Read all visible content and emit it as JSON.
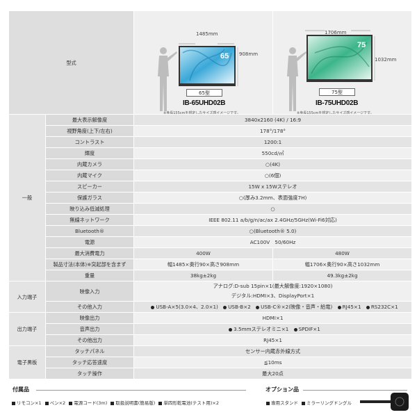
{
  "header": {
    "label": "型式",
    "models": [
      {
        "width": "1485mm",
        "height": "908mm",
        "size": "65型",
        "name": "IB-65UHD02B",
        "screen_num": "65",
        "screen_color": "#3aa8d8",
        "note": "※身長155cmを想定したサイズ感イメージです。"
      },
      {
        "width": "1706mm",
        "height": "1032mm",
        "size": "75型",
        "name": "IB-75UHD02B",
        "screen_num": "75",
        "screen_color": "#3cb58a",
        "note": "※身長155cmを想定したサイズ感イメージです。"
      }
    ]
  },
  "groups": {
    "general": "一般",
    "input": "入力端子",
    "output": "出力端子",
    "board": "電子黒板"
  },
  "rows": [
    {
      "label": "最大表示解像度",
      "value": "3840x2160 (4K) / 16:9"
    },
    {
      "label": "視野角度(上下/左右)",
      "value": "178°/178°"
    },
    {
      "label": "コントラスト",
      "value": "1200:1"
    },
    {
      "label": "輝度",
      "value": "550cd/㎡"
    },
    {
      "label": "内蔵カメラ",
      "value": "○(4K)"
    },
    {
      "label": "内蔵マイク",
      "value": "○(6個)"
    },
    {
      "label": "スピーカー",
      "value": "15W x 15Wステレオ"
    },
    {
      "label": "保護ガラス",
      "value": "○(厚み3.2mm、表面強度7H)"
    },
    {
      "label": "映り込み低減処理",
      "value": "○"
    },
    {
      "label": "無線ネットワーク",
      "value": "IEEE 802.11 a/b/g/n/ac/ax 2.4GHz/5GHz(Wi-Fi6対応)"
    },
    {
      "label": "Bluetooth®",
      "value": "○(Bluetooth® 5.0)"
    },
    {
      "label": "電源",
      "value": "AC100V　50/60Hz"
    },
    {
      "label": "最大消費電力",
      "v65": "400W",
      "v75": "480W"
    },
    {
      "label": "製品寸法(本体)※突起部を含まず",
      "v65": "幅1485×奥行90×高さ908mm",
      "v75": "幅1706×奥行90×高さ1032mm"
    },
    {
      "label": "重量",
      "v65": "38kg±2kg",
      "v75": "49.3kg±2kg"
    },
    {
      "label": "映像入力",
      "value": "アナログ:D-sub 15pin×1(最大解像度:1920×1080)",
      "value2": "デジタル:HDMI×3、DisplayPort×1"
    },
    {
      "label": "その他入力",
      "items": [
        "USB-A×5(3.0×4、2.0×1)",
        "USB-B×2",
        "USB-C®×2(映像・音声・給電)",
        "RJ45×1",
        "RS232C×1"
      ]
    },
    {
      "label": "映像出力",
      "value": "HDMI×1"
    },
    {
      "label": "音声出力",
      "items": [
        "3.5mmステレオミニ×1",
        "SPDIF×1"
      ]
    },
    {
      "label": "その他出力",
      "value": "RJ45×1"
    },
    {
      "label": "タッチパネル",
      "value": "センサー内蔵赤外線方式"
    },
    {
      "label": "タッチ応答速度",
      "value": "≦10ms"
    },
    {
      "label": "タッチ操作",
      "value": "最大20点"
    }
  ],
  "accessories": {
    "title": "付属品",
    "items": [
      "リモコン×1",
      "ペン×2",
      "電源コード(3m)",
      "取扱説明書(簡易版)",
      "単四形乾電池(テスト用)×2"
    ]
  },
  "options": {
    "title": "オプション品",
    "items": [
      "専用スタンド",
      "ミラーリングドングル"
    ]
  }
}
